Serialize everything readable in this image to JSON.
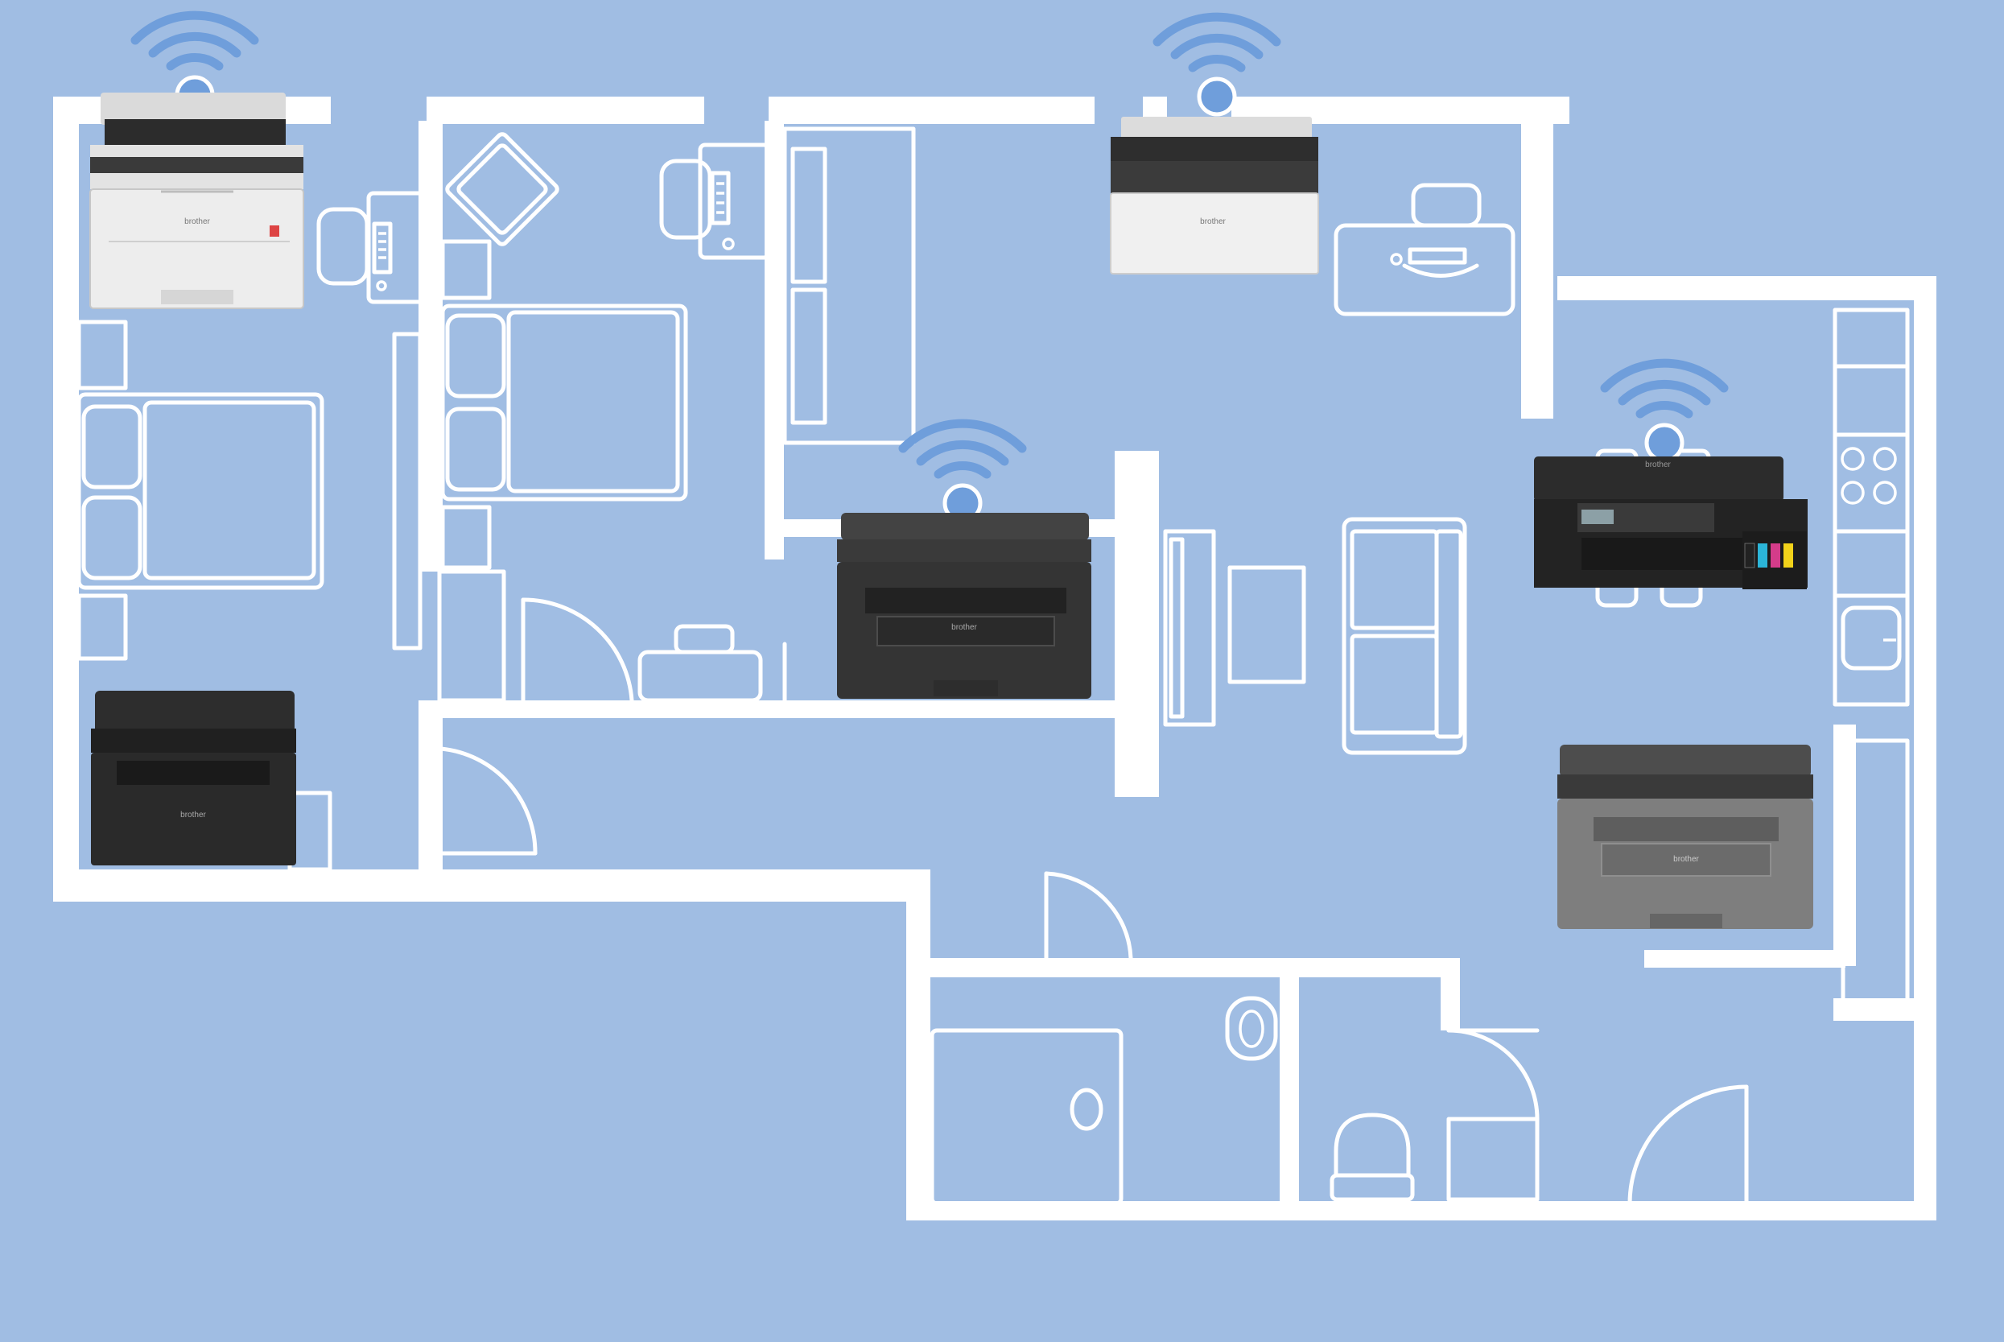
{
  "colors": {
    "background": "#a0bde3",
    "walls": "#ffffff",
    "wifi": "#6f9edb"
  },
  "printers": [
    {
      "brand": "brother",
      "style": "light",
      "icon": "color-laser-printer-icon",
      "wifi": true
    },
    {
      "brand": "brother",
      "style": "light",
      "icon": "mono-mfp-printer-icon",
      "wifi": true
    },
    {
      "brand": "brother",
      "style": "dark",
      "icon": "laser-mfp-printer-icon",
      "wifi": true
    },
    {
      "brand": "brother",
      "style": "dark",
      "icon": "ink-tank-printer-icon",
      "wifi": true
    },
    {
      "brand": "brother",
      "style": "dark",
      "icon": "compact-mfp-printer-icon",
      "wifi": false
    },
    {
      "brand": "brother",
      "style": "gray",
      "icon": "laser-mfp-printer-icon",
      "wifi": false
    }
  ]
}
